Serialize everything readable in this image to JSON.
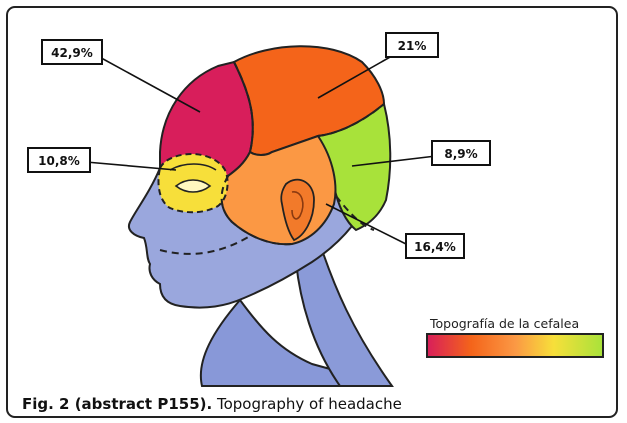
{
  "figure": {
    "caption_label": "Fig. 2 (abstract P155).",
    "caption_text": " Topography of headache"
  },
  "regions": [
    {
      "id": "frontal",
      "percent": "42,9%",
      "color": "#d81e5b"
    },
    {
      "id": "parietal",
      "percent": "21%",
      "color": "#f4641a"
    },
    {
      "id": "occipital",
      "percent": "8,9%",
      "color": "#a8e23a"
    },
    {
      "id": "periocular",
      "percent": "10,8%",
      "color": "#f7df3a"
    },
    {
      "id": "temporal",
      "percent": "16,4%",
      "color": "#fb9844"
    }
  ],
  "legend": {
    "title": "Topografía de la cefalea",
    "colors": [
      "#d81e5b",
      "#f4641a",
      "#fb9844",
      "#f7df3a",
      "#a8e23a"
    ]
  }
}
